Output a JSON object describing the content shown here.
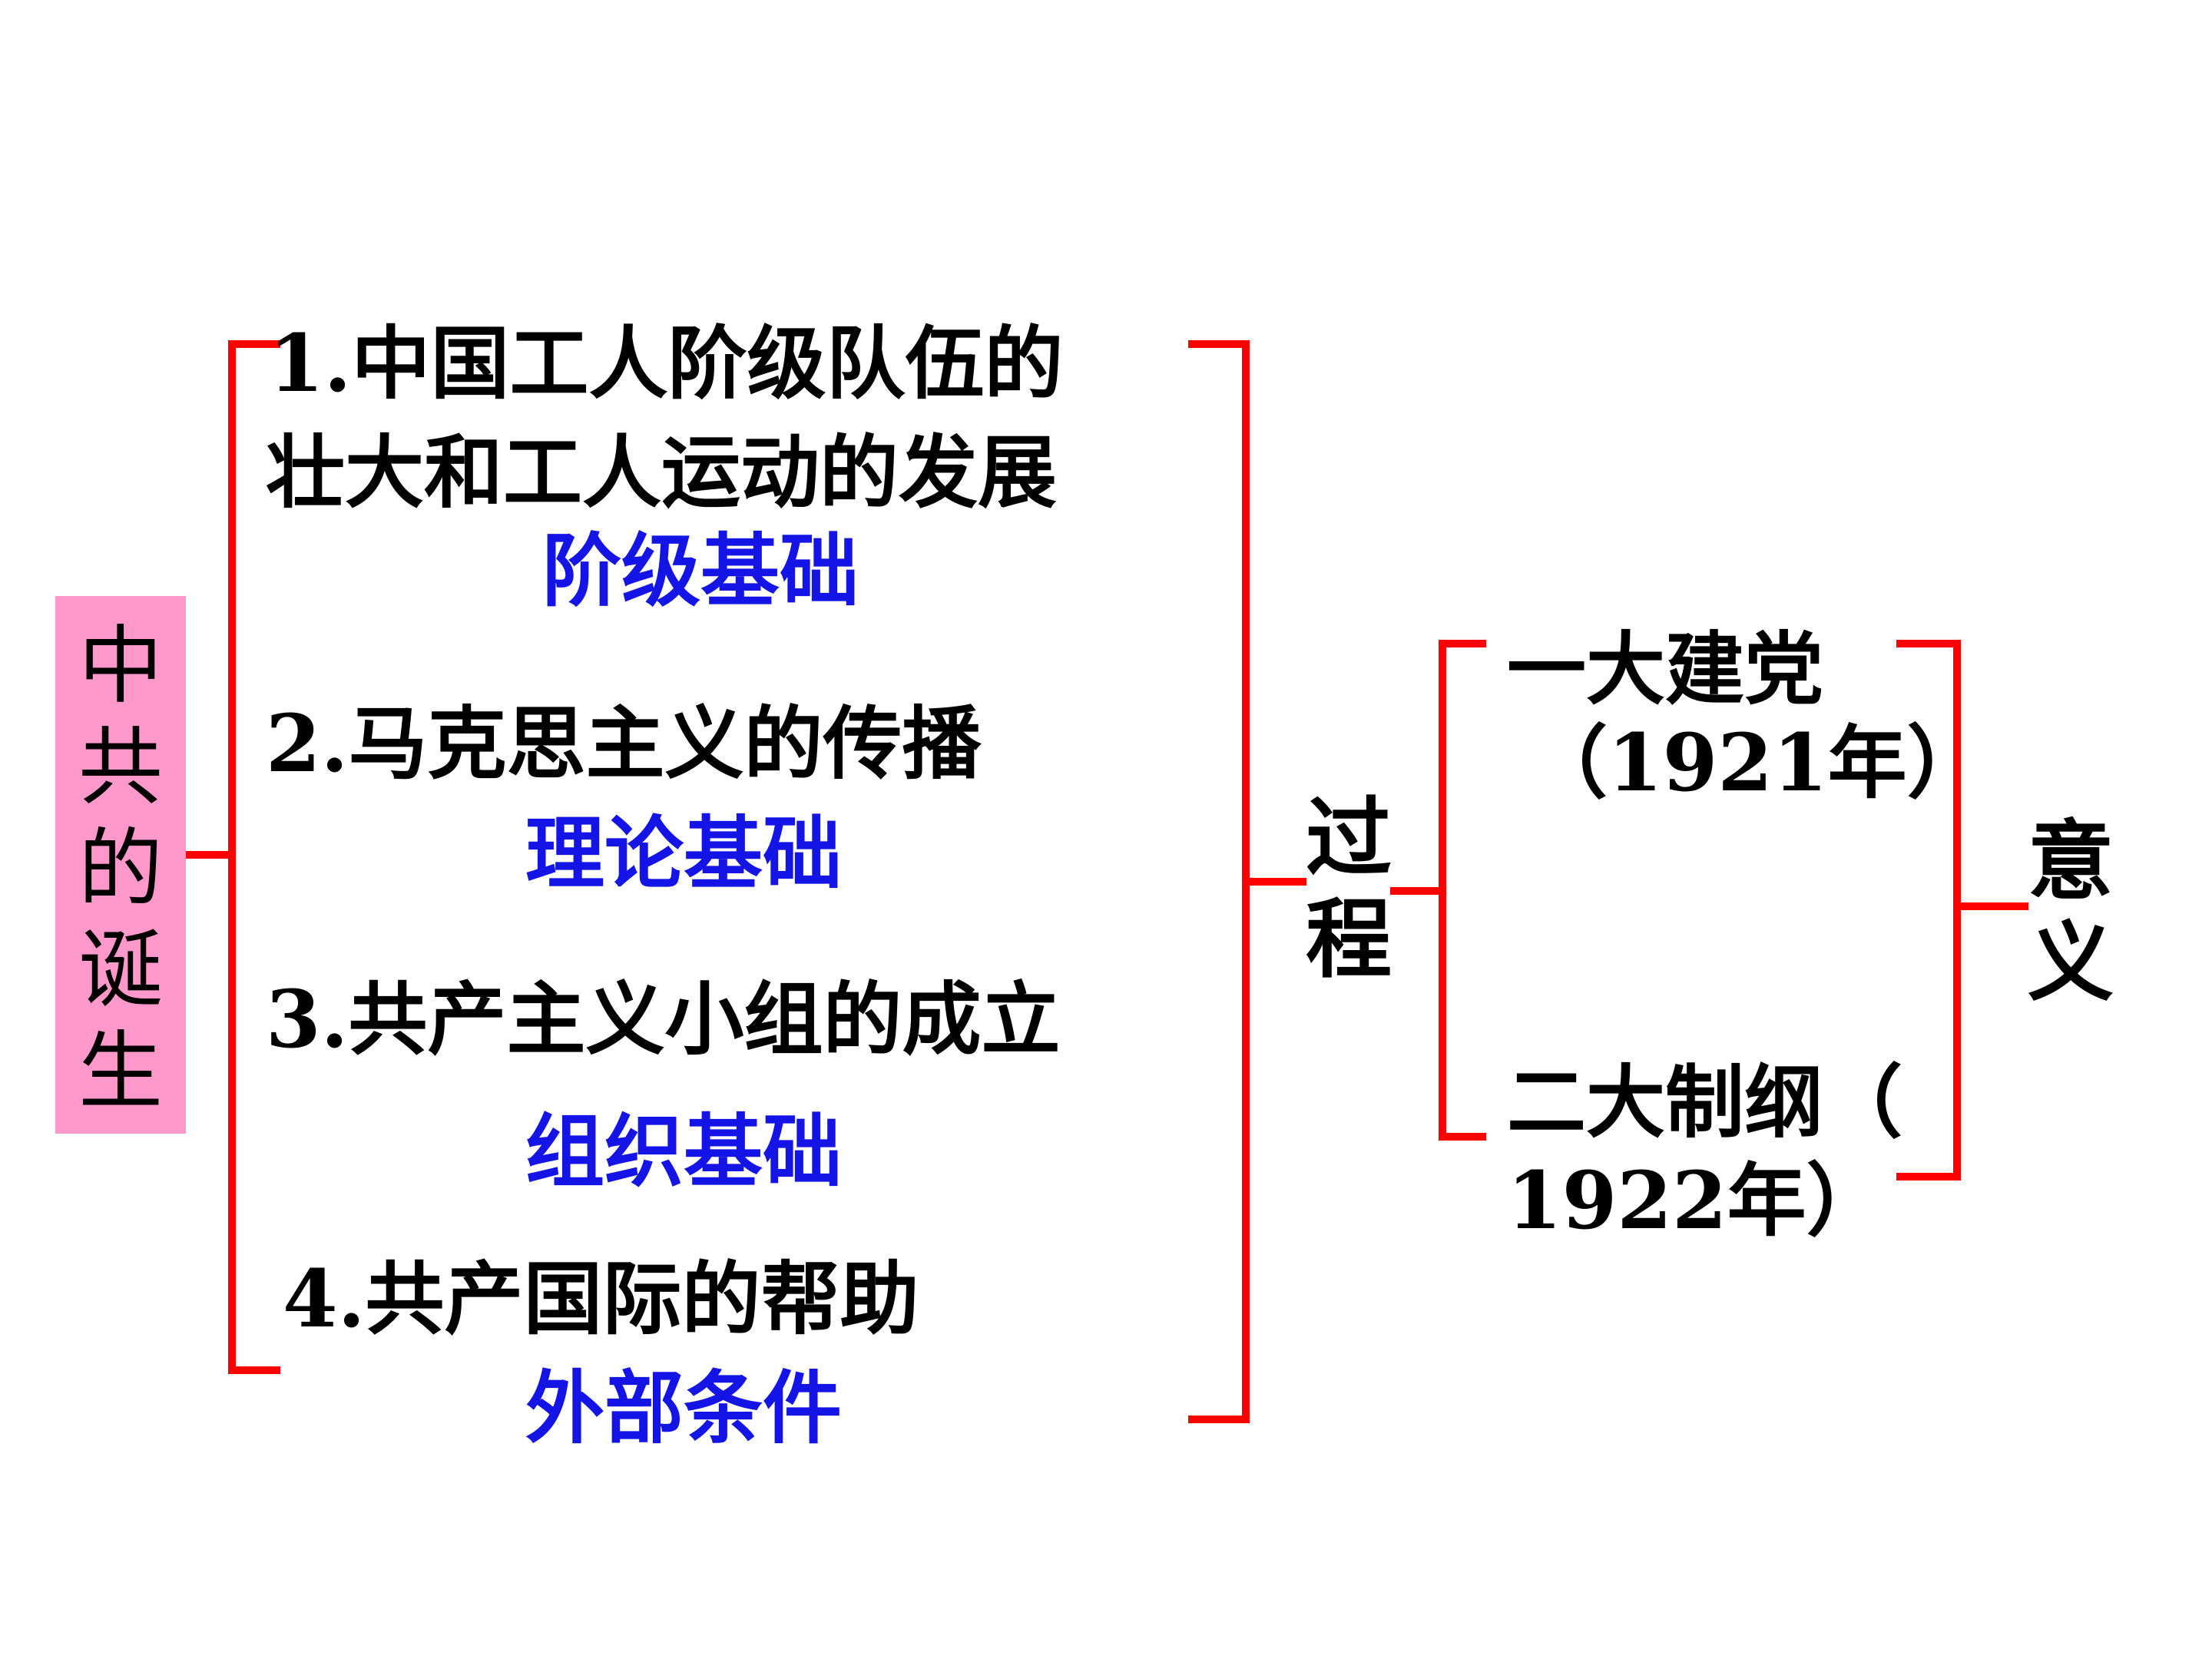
{
  "title": {
    "chars": [
      "中",
      "共",
      "的",
      "诞",
      "生"
    ]
  },
  "items": [
    {
      "line1": "1.中国工人阶级队伍的",
      "line2": "壮大和工人运动的发展",
      "basis": "阶级基础"
    },
    {
      "line1": "2.马克思主义的传播",
      "basis": "理论基础"
    },
    {
      "line1": "3.共产主义小组的成立",
      "basis": "组织基础"
    },
    {
      "line1": "4.共产国际的帮助",
      "basis": "外部条件"
    }
  ],
  "process": {
    "chars": [
      "过",
      "程"
    ]
  },
  "events": [
    {
      "line1": "一大建党",
      "line2": "（1921年）"
    },
    {
      "line1": "二大制纲（",
      "line2": "1922年）"
    }
  ],
  "significance": {
    "chars": [
      "意",
      "义"
    ]
  },
  "colors": {
    "bracket": "#ff0000",
    "title_bg": "#ff99cc",
    "basis_text": "#1414e6",
    "main_text": "#000000"
  }
}
